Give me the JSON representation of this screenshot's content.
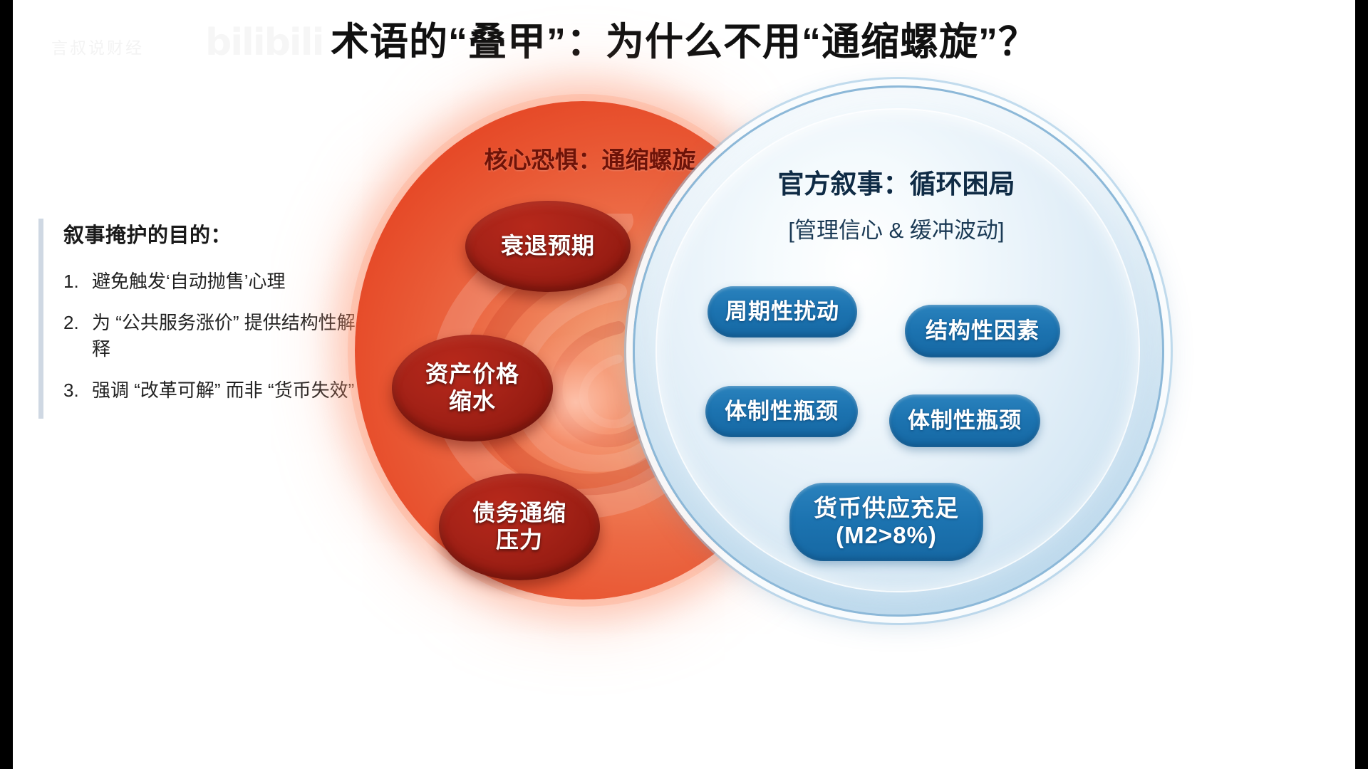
{
  "slide": {
    "title": "术语的“叠甲”：为什么不用“通缩螺旋”？",
    "watermark": {
      "text": "言叔说财经",
      "logo": "bilibili"
    }
  },
  "left_panel": {
    "heading": "叙事掩护的目的：",
    "items": [
      {
        "num": "1.",
        "text": "避免触发‘自动抛售’心理"
      },
      {
        "num": "2.",
        "text": "为 “公共服务涨价” 提供结构性解释"
      },
      {
        "num": "3.",
        "text": "强调 “改革可解” 而非 “货币失效”"
      }
    ]
  },
  "diagram": {
    "red_sphere": {
      "label": "核心恐惧：通缩螺旋",
      "color": "#e95935",
      "label_color": "#6e1308",
      "nodes": [
        {
          "line1": "衰退预期",
          "line2": ""
        },
        {
          "line1": "资产价格",
          "line2": "缩水"
        },
        {
          "line1": "债务通缩",
          "line2": "压力"
        }
      ],
      "node_color": "#a72318"
    },
    "blue_sphere": {
      "title": "官方叙事：循环困局",
      "subtitle": "[管理信心 & 缓冲波动]",
      "color": "#dceaf5",
      "border_color": "#8cb8d8",
      "pill_color": "#1c73b0",
      "pills": [
        {
          "line1": "周期性扰动",
          "line2": ""
        },
        {
          "line1": "结构性因素",
          "line2": ""
        },
        {
          "line1": "体制性瓶颈",
          "line2": ""
        },
        {
          "line1": "体制性瓶颈",
          "line2": ""
        },
        {
          "line1": "货币供应充足",
          "line2": "(M2>8%)"
        }
      ]
    }
  }
}
